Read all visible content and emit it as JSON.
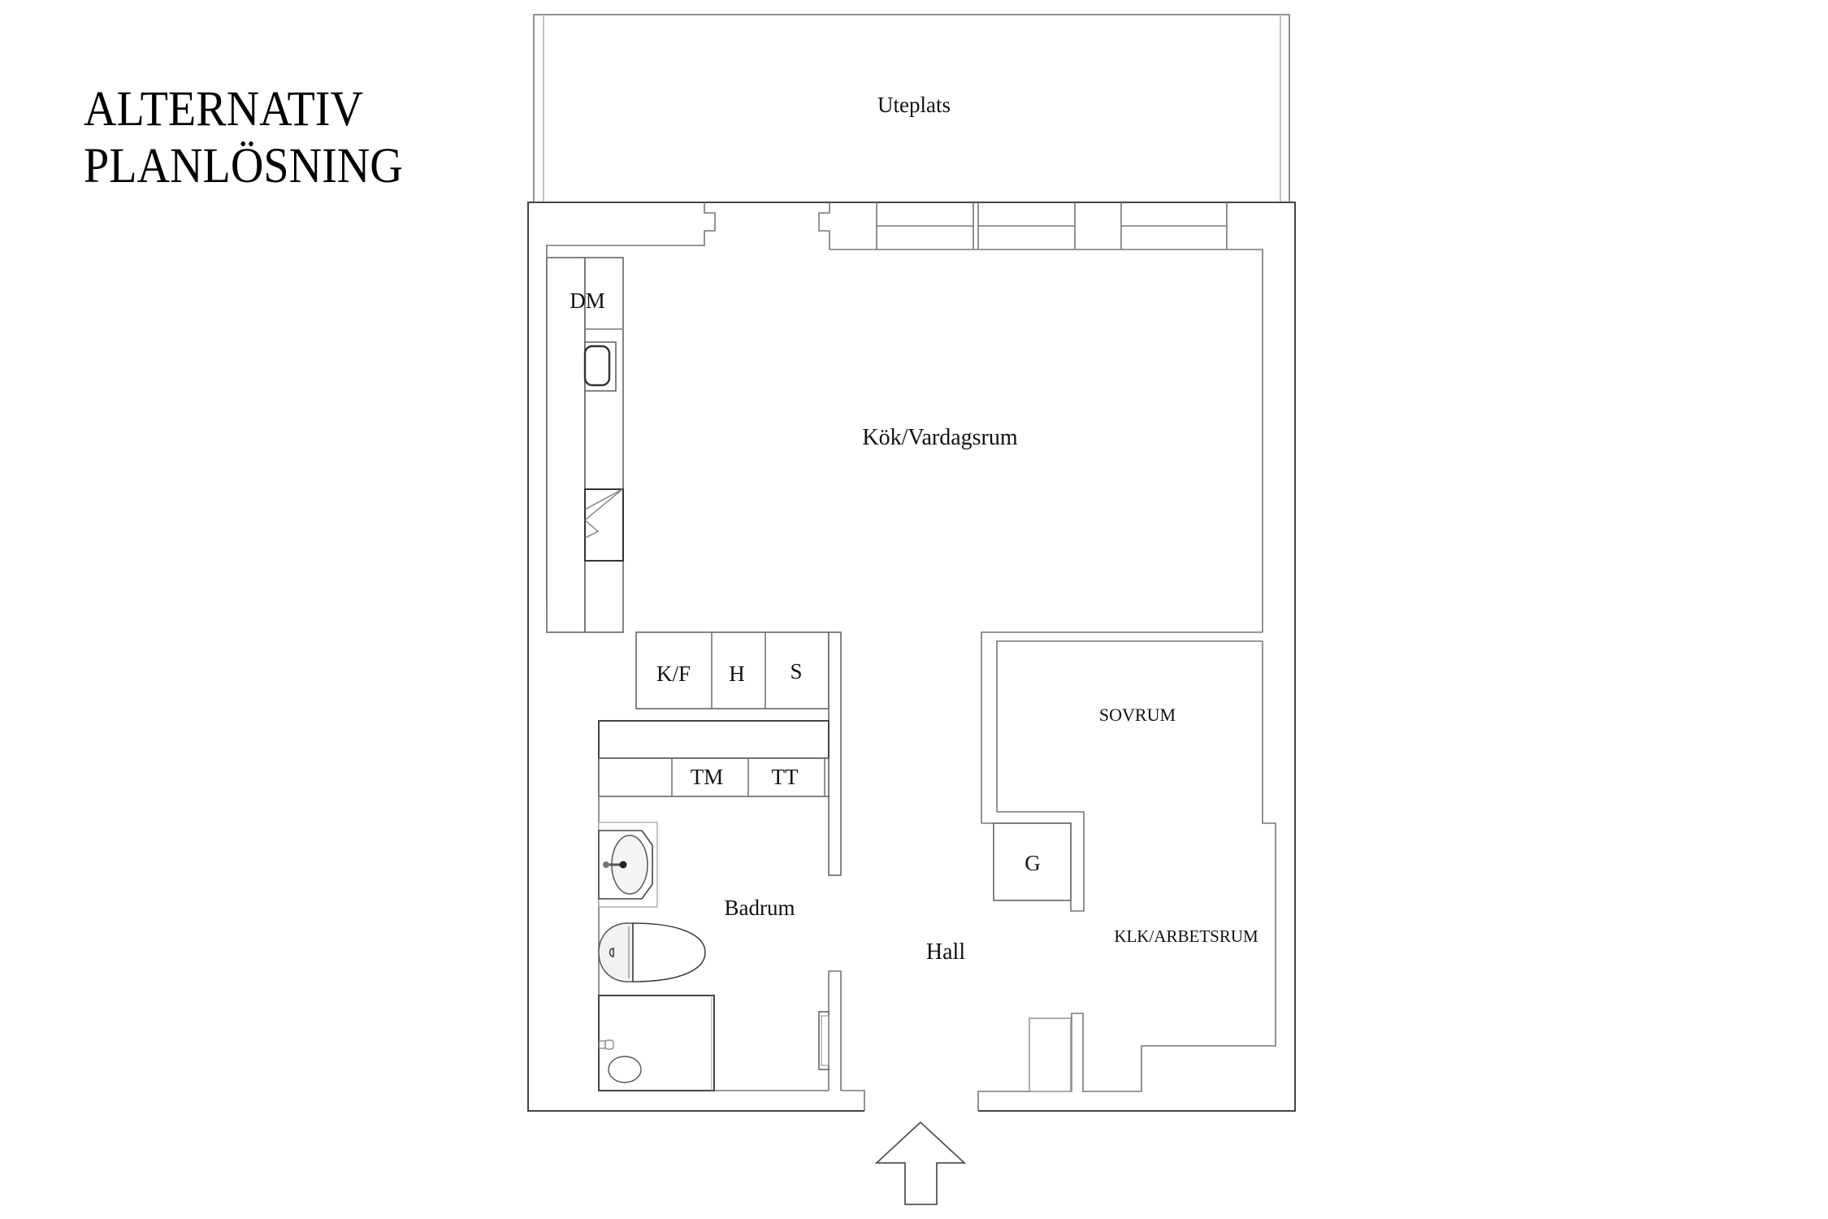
{
  "title": {
    "line1": "ALTERNATIV",
    "line2": "PLANLÖSNING"
  },
  "rooms": {
    "uteplats": "Uteplats",
    "kok_vardagsrum": "Kök/Vardagsrum",
    "sovrum": "SOVRUM",
    "klk_arbetsrum": "KLK/ARBETSRUM",
    "badrum": "Badrum",
    "hall": "Hall"
  },
  "fixtures": {
    "dishwasher": "DM",
    "fridge_freezer": "K/F",
    "shelf_h": "H",
    "cabinet_s": "S",
    "washing_machine": "TM",
    "tumble_dryer": "TT",
    "wardrobe_g": "G"
  },
  "icons": {
    "entrance": "entrance-arrow-icon",
    "kitchen_sink": "kitchen-sink-icon",
    "stove": "stove-icon",
    "washbasin": "washbasin-icon",
    "toilet": "toilet-icon",
    "shower": "shower-icon"
  },
  "colors": {
    "line": "#777777",
    "line_dark": "#444444",
    "text": "#111111",
    "background": "#ffffff"
  }
}
